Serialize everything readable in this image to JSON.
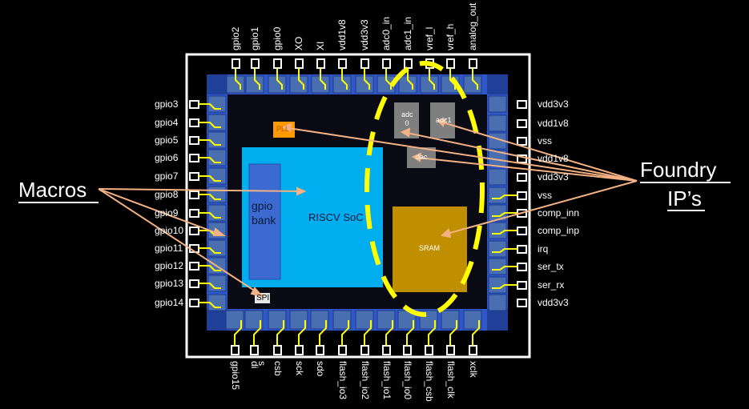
{
  "top_pins": [
    "gpio2",
    "gpio1",
    "gpio0",
    "XO",
    "XI",
    "vdd1v8",
    "vdd3v3",
    "adc0_in",
    "adc1_in",
    "vref_l",
    "vref_h",
    "analog_out"
  ],
  "bottom_pins": [
    "gpio15",
    "di",
    "s",
    "csb",
    "sck",
    "sdo",
    "flash_io3",
    "flash_io2",
    "flash_io1",
    "flash_io0",
    "flash_csb",
    "flash_clk",
    "xclk"
  ],
  "left_pins": [
    "gpio3",
    "gpio4",
    "gpio5",
    "gpio6",
    "gpio7",
    "gpio8",
    "gpio9",
    "gpio10",
    "gpio11",
    "gpio12",
    "gpio13",
    "gpio14"
  ],
  "right_pins": [
    "vdd3v3",
    "vdd1v8",
    "vss",
    "vdd1v8",
    "vdd3v3",
    "vss",
    "comp_inn",
    "comp_inp",
    "irq",
    "ser_tx",
    "ser_rx",
    "vdd3v3"
  ],
  "blocks": {
    "adc0_line1": "adc",
    "adc0_line2": "0",
    "adc1": "adc1",
    "dac": "dac",
    "sram": "SRAM",
    "pll": "PLL",
    "soc": "RISCV SoC",
    "gpio_bank_line1": "gpio",
    "gpio_bank_line2": "bank",
    "spi": "SPI"
  },
  "callouts": {
    "macros": "Macros",
    "foundry_line1": "Foundry",
    "foundry_line2": "IP’s"
  },
  "colors": {
    "pad_ring": "#2f57c9",
    "io_pad": "#4a6fb0",
    "soc": "#00aeef",
    "gpio_bank": "#3b6bd0",
    "sram": "#bf8f00",
    "analog_block": "#7f7f7f",
    "pll": "#ff9900",
    "highlight": "#ffff00",
    "arrow": "#f4b183"
  }
}
